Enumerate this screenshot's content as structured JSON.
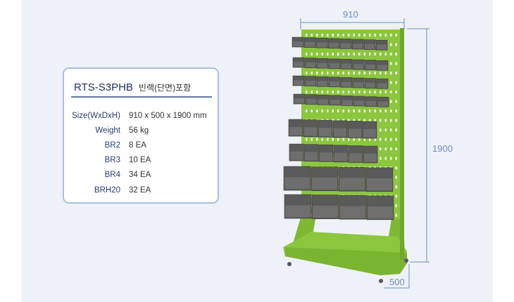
{
  "product": {
    "model": "RTS-S3PHB",
    "subtitle": "빈랙(단면)포함",
    "specs": [
      {
        "label": "Size(WxDxH)",
        "value": "910 x 500 x 1900 mm"
      },
      {
        "label": "Weight",
        "value": "56 kg"
      },
      {
        "label": "BR2",
        "value": "8 EA"
      },
      {
        "label": "BR3",
        "value": "10 EA"
      },
      {
        "label": "BR4",
        "value": "34 EA"
      },
      {
        "label": "BRH20",
        "value": "32 EA"
      }
    ]
  },
  "dimensions": {
    "width": "910",
    "height": "1900",
    "depth": "500"
  },
  "colors": {
    "rack": "#8cc63f",
    "bins": "#555555",
    "dimension_lines": "#6a8cc2"
  }
}
